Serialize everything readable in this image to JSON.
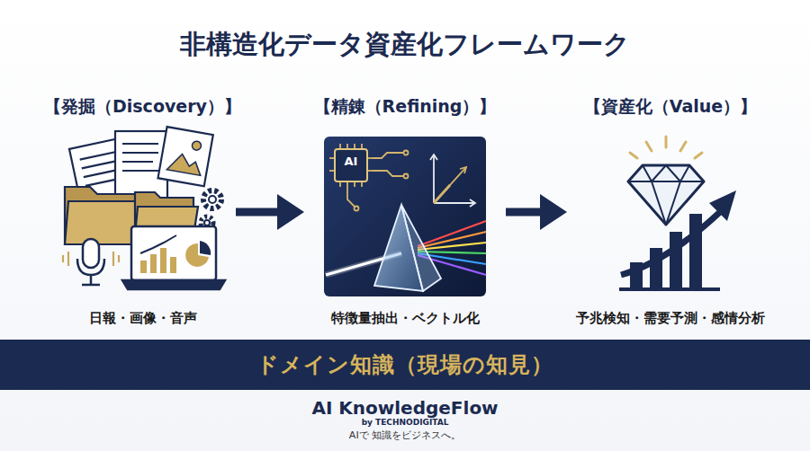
{
  "diagram": {
    "title": "非構造化データ資産化フレームワーク",
    "nodes": [
      {
        "text": [
          "【発掘（Discovery）】",
          "日報・画像・音声"
        ]
      },
      {
        "text": [
          "【精錬（Refining）】",
          "特徴量抽出・ベクトル化"
        ]
      },
      {
        "text": [
          "【資産化（Value）】",
          "予兆検知・需要予測・感情分析"
        ]
      },
      {
        "text": [
          "ドメイン知識（現場の知見）"
        ]
      }
    ],
    "edges": [
      {
        "from": 0,
        "to": 1,
        "arrow": "to"
      },
      {
        "from": 1,
        "to": 2,
        "arrow": "to"
      }
    ],
    "labels": [
      "AI",
      "AI KnowledgeFlow",
      "by TECHNODIGITAL",
      "AIで 知識をビジネスへ。"
    ]
  }
}
